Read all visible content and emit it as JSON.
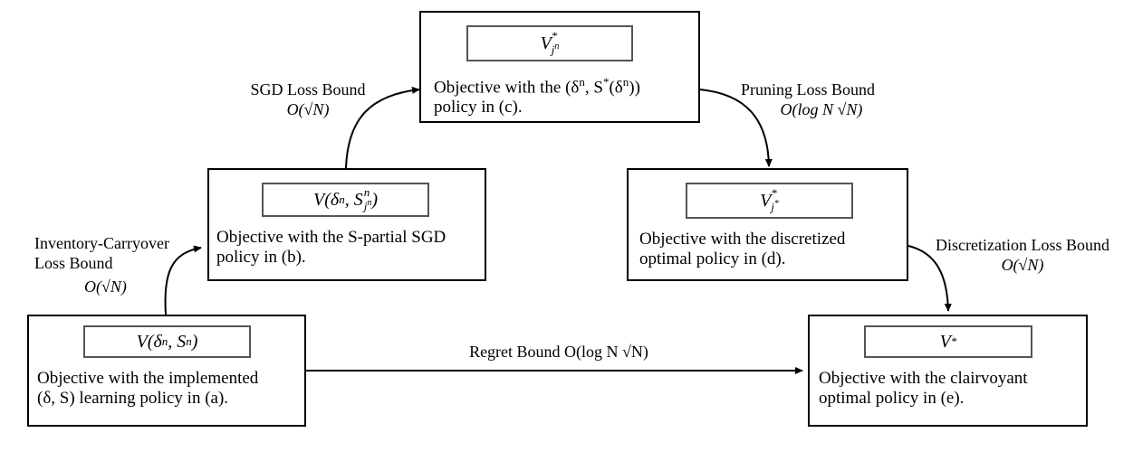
{
  "nodes": {
    "a": {
      "symbol_main": "V(δ",
      "symbol_sup1": "n",
      "symbol_mid": ", S",
      "symbol_sup2": "n",
      "symbol_end": ")",
      "desc_line1": "Objective with the implemented",
      "desc_line2": "(δ, S) learning policy in (a)."
    },
    "b": {
      "symbol_main": "V(δ",
      "symbol_sup1": "n",
      "symbol_mid": ", S",
      "symbol_sub": "j",
      "symbol_subsup": "n",
      "symbol_sup2": "n",
      "symbol_end": ")",
      "desc_line1": "Objective with the S-partial SGD",
      "desc_line2": "policy in (b)."
    },
    "c": {
      "symbol_main": "V",
      "symbol_sub": "j",
      "symbol_subsup": "n",
      "symbol_sup": "*",
      "desc_line1": "Objective with the (δ",
      "desc_sup1": "n",
      "desc_mid": ", S",
      "desc_sup2": "*",
      "desc_paren": "(δ",
      "desc_sup3": "n",
      "desc_end": "))",
      "desc_line2": "policy in (c)."
    },
    "d": {
      "symbol_main": "V",
      "symbol_sub": "j",
      "symbol_subsup": "*",
      "symbol_sup": "*",
      "desc_line1": "Objective with the discretized",
      "desc_line2": "optimal policy in (d)."
    },
    "e": {
      "symbol_main": "V",
      "symbol_sup": "*",
      "desc_line1": "Objective with the clairvoyant",
      "desc_line2": "optimal policy in (e)."
    }
  },
  "edges": {
    "inventory": {
      "line1": "Inventory-Carryover",
      "line2": "Loss Bound",
      "bound": "O(√N)"
    },
    "sgd": {
      "line1": "SGD Loss Bound",
      "bound": "O(√N)"
    },
    "pruning": {
      "line1": "Pruning Loss Bound",
      "bound": "O(log N √N)"
    },
    "discretization": {
      "line1": "Discretization Loss Bound",
      "bound": "O(√N)"
    },
    "regret": {
      "line1": "Regret Bound O(log N √N)"
    }
  }
}
